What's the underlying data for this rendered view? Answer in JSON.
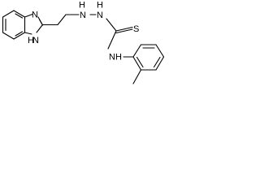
{
  "structure": {
    "atoms": {
      "imidazole_n1": "N",
      "imidazole_nh_n": "N",
      "imidazole_nh_h": "H",
      "hydrazine_n1": "N",
      "hydrazine_n2": "N",
      "hydrazine_h1": "H",
      "hydrazine_h2": "H",
      "thione_s": "S",
      "amide_n": "N",
      "amide_h": "H"
    }
  }
}
